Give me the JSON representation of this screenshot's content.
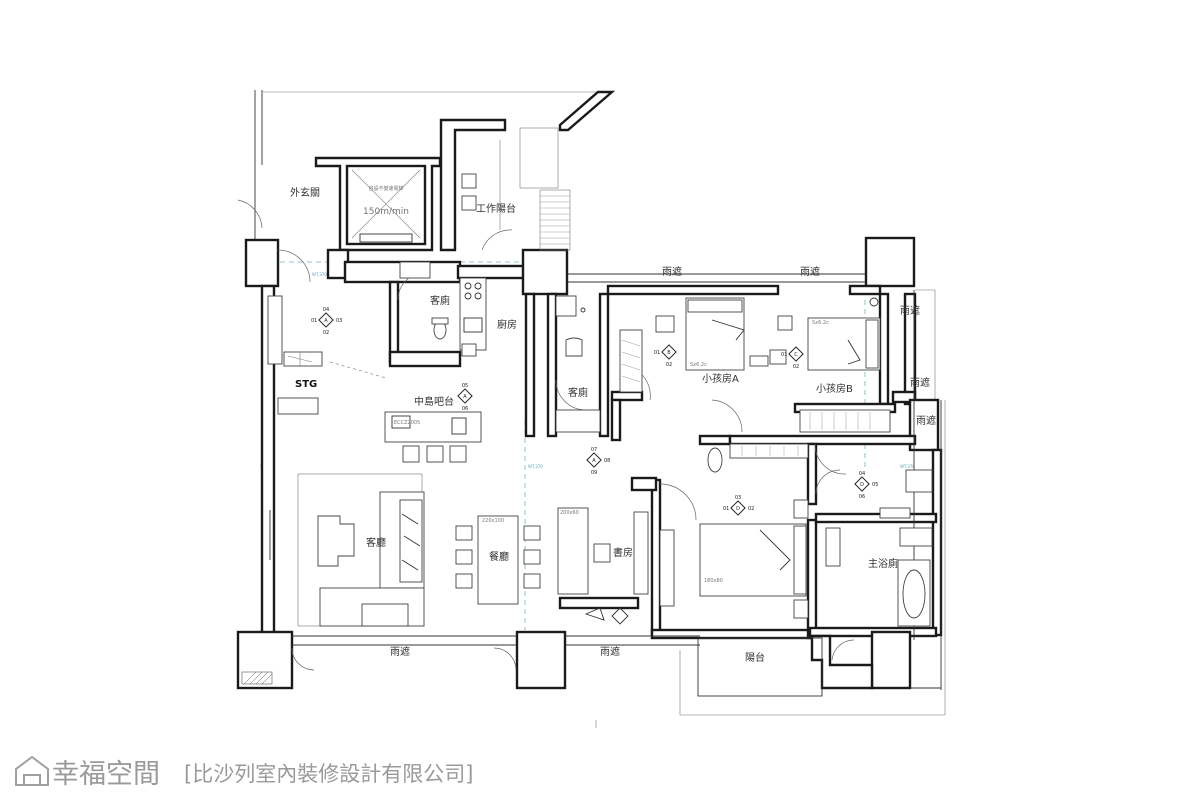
{
  "rooms": {
    "entrance": "外玄關",
    "work_balcony": "工作陽台",
    "guest_bath_1": "客廁",
    "kitchen": "廚房",
    "guest_bath_2": "客廁",
    "kids_room_a": "小孩房A",
    "kids_room_b": "小孩房B",
    "storage": "STG",
    "island_bar": "中島吧台",
    "living_room": "客廳",
    "dining_room": "餐廳",
    "study": "書房",
    "master_bath": "主浴廁",
    "balcony": "陽台"
  },
  "canopies": [
    "雨遮",
    "雨遮",
    "雨遮",
    "雨遮",
    "雨遮",
    "雨遮",
    "雨遮"
  ],
  "elevator_text": [
    "自設不變速電梯",
    "150m/min"
  ],
  "markers": [
    {
      "letter": "A",
      "nums": [
        "04",
        "03",
        "02",
        "01"
      ]
    },
    {
      "letter": "A",
      "nums": [
        "05",
        "",
        "06",
        ""
      ]
    },
    {
      "letter": "A",
      "nums": [
        "07",
        "08",
        "09",
        ""
      ]
    },
    {
      "letter": "B",
      "nums": [
        "",
        "",
        "02",
        "01"
      ]
    },
    {
      "letter": "C",
      "nums": [
        "",
        "",
        "02",
        "01"
      ]
    },
    {
      "letter": "D",
      "nums": [
        "03",
        "02",
        "",
        "01"
      ]
    },
    {
      "letter": "D",
      "nums": [
        "04",
        "05",
        "06",
        ""
      ]
    }
  ],
  "furniture_sizes": {
    "dining_table": "220x100",
    "study_desk": "200x60",
    "master_bed": "180x80"
  },
  "watermark": {
    "brand": "幸福空間",
    "company": "[比沙列室內裝修設計有限公司]"
  }
}
